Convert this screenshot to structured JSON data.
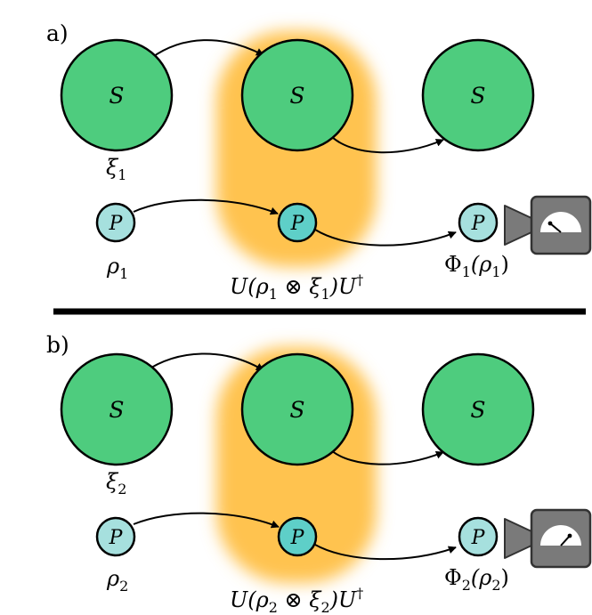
{
  "panels": [
    {
      "tag": "a)",
      "system_label": "S",
      "probe_label": "P",
      "system_state": "ξ",
      "system_state_sub": "1",
      "probe_state": "ρ",
      "probe_state_sub": "1",
      "unitary_expr": {
        "a": "U(ρ",
        "a_sub": "1",
        "b": " ⊗ ξ",
        "b_sub": "1",
        "c": ")U",
        "dagger": "†"
      },
      "channel_expr": {
        "phi": "Φ",
        "phi_sub": "1",
        "open": "(ρ",
        "rho_sub": "1",
        "close": ")"
      },
      "meter_needle": "left"
    },
    {
      "tag": "b)",
      "system_label": "S",
      "probe_label": "P",
      "system_state": "ξ",
      "system_state_sub": "2",
      "probe_state": "ρ",
      "probe_state_sub": "2",
      "unitary_expr": {
        "a": "U(ρ",
        "a_sub": "2",
        "b": " ⊗ ξ",
        "b_sub": "2",
        "c": ")U",
        "dagger": "†"
      },
      "channel_expr": {
        "phi": "Φ",
        "phi_sub": "2",
        "open": "(ρ",
        "rho_sub": "2",
        "close": ")"
      },
      "meter_needle": "right"
    }
  ],
  "colors": {
    "system": "#4ecc7e",
    "probe_light": "#a6e0de",
    "probe_dark": "#5ecfc8",
    "interaction": "#ffc34f",
    "camera": "#7a7a7a"
  },
  "icons": {
    "detector": "camera-meter-icon"
  }
}
